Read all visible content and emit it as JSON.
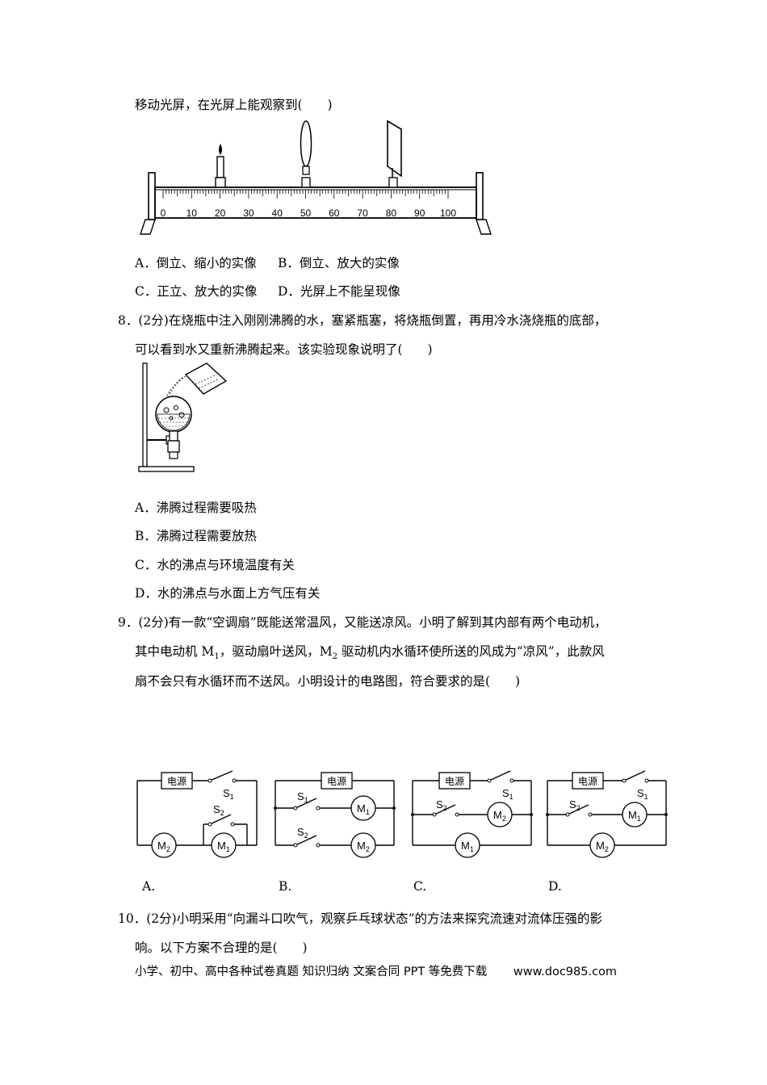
{
  "q7": {
    "stem_tail": "移动光屏，在光屏上能观察到(　　)",
    "ruler_ticks": [
      "0",
      "10",
      "20",
      "30",
      "40",
      "50",
      "60",
      "70",
      "80",
      "90",
      "100"
    ],
    "option_a": "A．倒立、缩小的实像",
    "option_b": "B．倒立、放大的实像",
    "option_c": "C．正立、放大的实像",
    "option_d": "D．光屏上不能呈现像"
  },
  "q8": {
    "stem_line1": "8．(2分)在烧瓶中注入刚刚沸腾的水，塞紧瓶塞，将烧瓶倒置，再用冷水浇烧瓶的底部，",
    "stem_line2": "可以看到水又重新沸腾起来。该实验现象说明了(　　)",
    "option_a": "A．沸腾过程需要吸热",
    "option_b": "B．沸腾过程需要放热",
    "option_c": "C．水的沸点与环境温度有关",
    "option_d": "D．水的沸点与水面上方气压有关"
  },
  "q9": {
    "stem_line1": "9．(2分)有一款“空调扇”既能送常温风，又能送凉风。小明了解到其内部有两个电动机，",
    "stem_line2_a": "其中电动机 M",
    "stem_line2_b": "1",
    "stem_line2_c": "，驱动扇叶送风，M",
    "stem_line2_d": "2",
    "stem_line2_e": " 驱动机内水循环使所送的风成为“凉风”，此款风",
    "stem_line3": "扇不会只有水循环而不送风。小明设计的电路图，符合要求的是(　　)",
    "power_label": "电源",
    "s1": "S",
    "s2": "S",
    "sub1": "1",
    "sub2": "2",
    "m": "M",
    "option_a": "A.",
    "option_b": "B.",
    "option_c": "C.",
    "option_d": "D."
  },
  "q10": {
    "stem_line1": "10．(2分)小明采用“向漏斗口吹气，观察乒乓球状态”的方法来探究流速对流体压强的影",
    "stem_line2": "响。以下方案不合理的是(　　)"
  },
  "footer": {
    "text": "小学、初中、高中各种试卷真题  知识归纳  文案合同  PPT 等免费下载",
    "url": "www.doc985.com"
  }
}
